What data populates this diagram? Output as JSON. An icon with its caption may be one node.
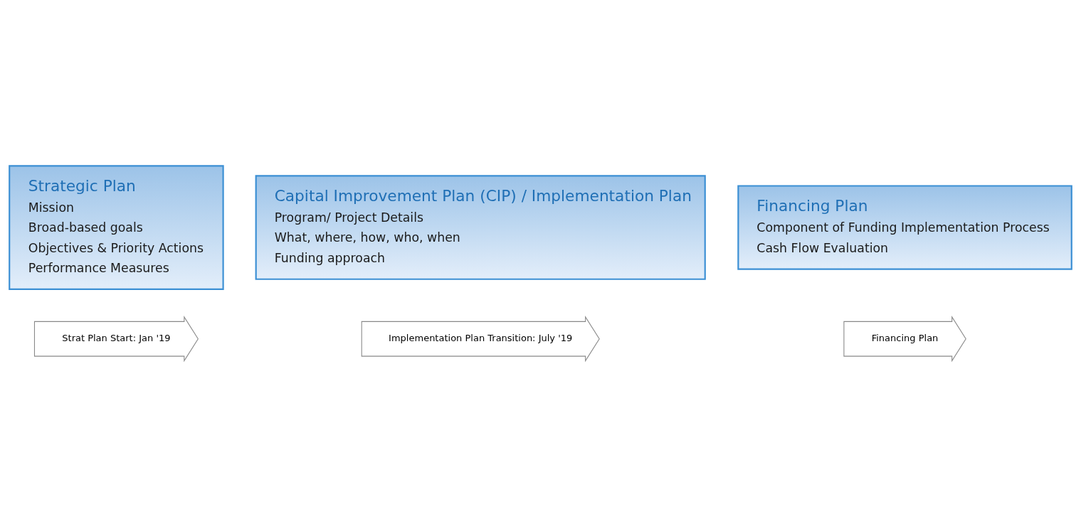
{
  "diagram": {
    "nodes": [
      {
        "text": [
          "Strategic Plan",
          "Mission",
          "Broad-based goals",
          "Objectives & Priority Actions",
          "Performance Measures"
        ]
      },
      {
        "text": [
          "Capital Improvement Plan (CIP) / Implementation Plan",
          "Program/ Project Details",
          "What, where, how, who, when",
          "Funding approach"
        ]
      },
      {
        "text": [
          "Financing Plan",
          "Component of Funding Implementation Process",
          "Cash Flow Evaluation"
        ]
      },
      {
        "text": [
          "Strat Plan Start: Jan '19"
        ]
      },
      {
        "text": [
          "Implementation Plan Transition: July '19"
        ]
      },
      {
        "text": [
          "Financing Plan"
        ]
      }
    ],
    "edges": []
  }
}
